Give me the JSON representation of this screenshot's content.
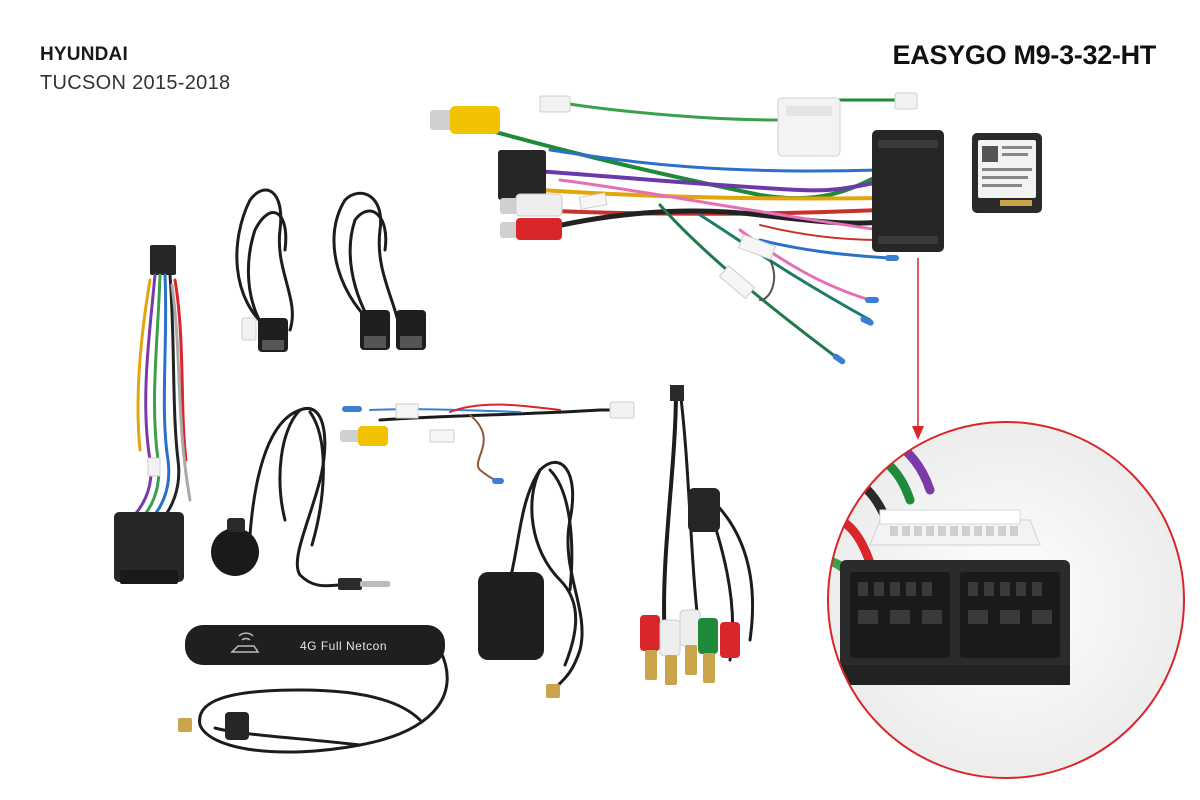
{
  "header": {
    "brand": "HYUNDAI",
    "model": "TUCSON 2015-2018",
    "sku": "EASYGO M9-3-32-HT"
  },
  "antenna": {
    "label": "4G Full Netcon"
  },
  "colors": {
    "callout_ring": "#d8262b",
    "connector_black": "#262626",
    "connector_white": "#f2f2f2",
    "rca_yellow": "#f2c200",
    "rca_red": "#d8262b",
    "rca_white": "#eeeeee",
    "rca_green": "#1f8a3a"
  }
}
